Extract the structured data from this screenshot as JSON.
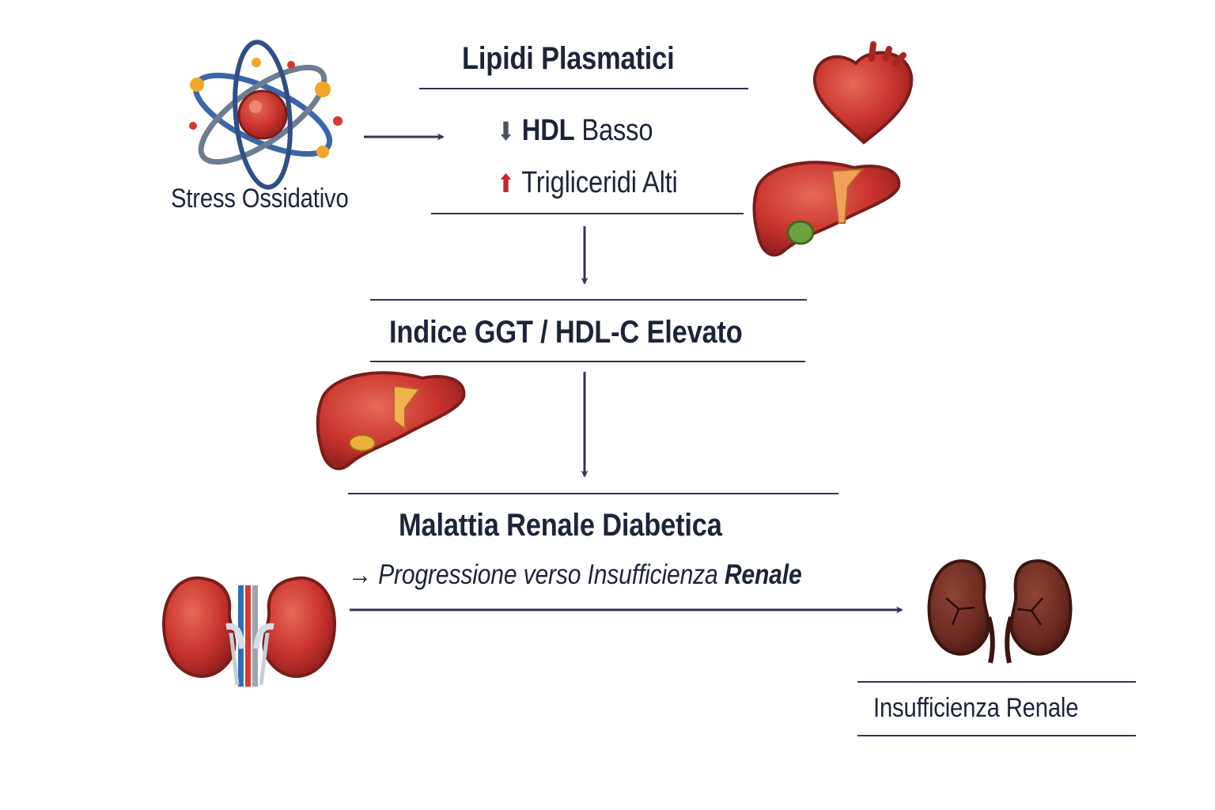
{
  "stress": {
    "label": "Stress Ossidativo",
    "icon": "atom-free-radicals-icon"
  },
  "lipids": {
    "title": "Lipidi Plasmatici",
    "hdl_arrow": "⬇",
    "hdl_strong": "HDL",
    "hdl_text": "Basso",
    "tg_arrow": "⬆",
    "tg_text": "Trigliceridi Alti"
  },
  "index": {
    "title": "Indice GGT / HDL-C Elevato"
  },
  "disease": {
    "title": "Malattia Renale Diabetica",
    "progress_arrow": "→",
    "progress_text": "Progressione verso Insufficienza",
    "progress_strong": "Renale"
  },
  "outcome": {
    "label": "Insufficienza Renale"
  },
  "icons": {
    "heart": "heart-icon",
    "liver_top": "liver-icon",
    "liver_mid": "liver-icon",
    "kidneys_healthy": "healthy-kidneys-icon",
    "kidneys_damaged": "damaged-kidneys-icon"
  },
  "colors": {
    "text": "#1e2438",
    "arrow": "#2e3550",
    "organ_red": "#c9332e",
    "damaged_kidney": "#6b2a22",
    "down_arrow": "#4a5260",
    "up_arrow": "#c8262a"
  }
}
